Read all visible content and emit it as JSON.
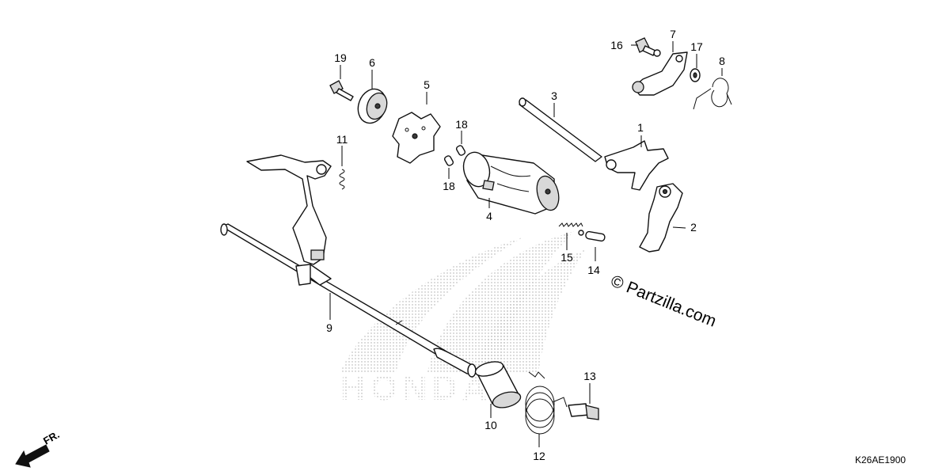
{
  "diagram_code": "K26AE1900",
  "watermark": "© Partzilla.com",
  "direction_label": "FR.",
  "background_logo": "HONDA",
  "parts": [
    {
      "id": "p1",
      "number": "1",
      "icon": "gearshift-fork-icon"
    },
    {
      "id": "p2",
      "number": "2",
      "icon": "gearshift-fork-icon"
    },
    {
      "id": "p3",
      "number": "3",
      "icon": "fork-shaft-icon"
    },
    {
      "id": "p4",
      "number": "4",
      "icon": "shift-drum-icon"
    },
    {
      "id": "p5",
      "number": "5",
      "icon": "drum-center-plate-icon"
    },
    {
      "id": "p6",
      "number": "6",
      "icon": "washer-cap-icon"
    },
    {
      "id": "p7",
      "number": "7",
      "icon": "stopper-arm-icon"
    },
    {
      "id": "p8",
      "number": "8",
      "icon": "torsion-spring-icon"
    },
    {
      "id": "p9",
      "number": "9",
      "icon": "gearshift-spindle-icon"
    },
    {
      "id": "p10",
      "number": "10",
      "icon": "collar-icon"
    },
    {
      "id": "p11",
      "number": "11",
      "icon": "small-spring-icon"
    },
    {
      "id": "p12",
      "number": "12",
      "icon": "return-spring-icon"
    },
    {
      "id": "p13",
      "number": "13",
      "icon": "pin-bolt-icon"
    },
    {
      "id": "p14",
      "number": "14",
      "icon": "pin-icon"
    },
    {
      "id": "p15",
      "number": "15",
      "icon": "coil-spring-icon"
    },
    {
      "id": "p16",
      "number": "16",
      "icon": "bolt-icon"
    },
    {
      "id": "p17",
      "number": "17",
      "icon": "washer-icon"
    },
    {
      "id": "p18a",
      "number": "18",
      "icon": "dowel-pin-icon"
    },
    {
      "id": "p18b",
      "number": "18",
      "icon": "dowel-pin-icon"
    },
    {
      "id": "p19",
      "number": "19",
      "icon": "bolt-icon"
    }
  ]
}
